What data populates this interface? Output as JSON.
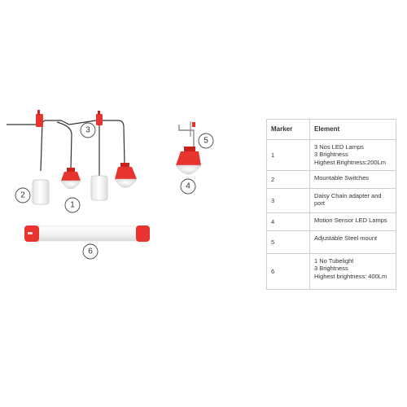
{
  "table": {
    "headers": [
      "Marker",
      "Element"
    ],
    "rows": [
      {
        "marker": "1",
        "element": "3 Nos LED Lamps\n3 Brightness\nHighest Brightness:200Lm"
      },
      {
        "marker": "2",
        "element": "Mountable Switches"
      },
      {
        "marker": "3",
        "element": "Daisy Chain adapter and\nport"
      },
      {
        "marker": "4",
        "element": "Motion Sensor LED Lamps"
      },
      {
        "marker": "5",
        "element": "Adjustable Steel mount"
      },
      {
        "marker": "6",
        "element": "1 No Tubelight\n3 Brightness\nHighest brightness: 400Lm"
      }
    ]
  },
  "markers": [
    "1",
    "2",
    "3",
    "4",
    "5",
    "6"
  ],
  "colors": {
    "accent_red": "#e8342e",
    "lamp_white": "#f2f2f2",
    "border": "#cfcfcf"
  }
}
